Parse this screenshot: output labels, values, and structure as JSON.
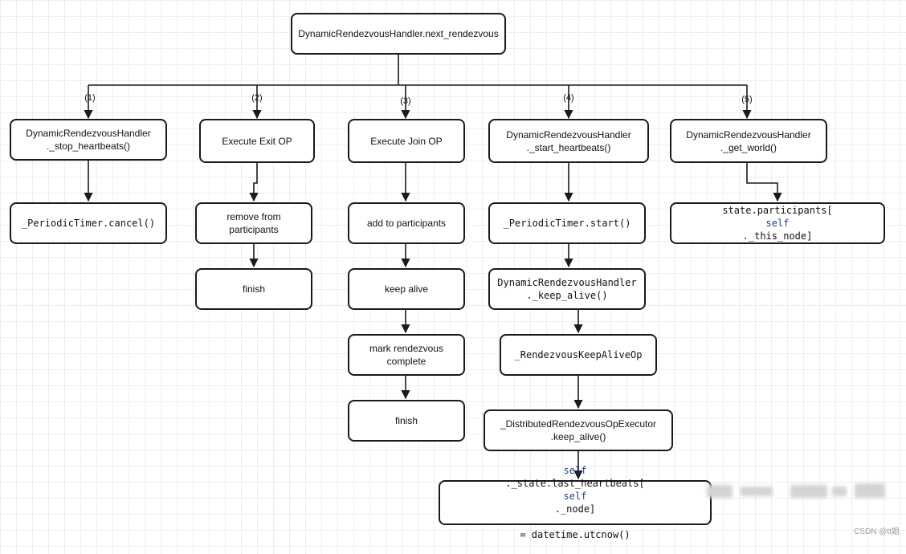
{
  "root": "DynamicRendezvousHandler.next_rendezvous",
  "branch_labels": [
    "(1)",
    "(2)",
    "(3)",
    "(4)",
    "(5)"
  ],
  "branch1": {
    "head": "DynamicRendezvousHandler\n._stop_heartbeats()",
    "cancel": "_PeriodicTimer.cancel()"
  },
  "branch2": {
    "head": "Execute Exit OP",
    "remove": "remove from\nparticipants",
    "finish": "finish"
  },
  "branch3": {
    "head": "Execute Join OP",
    "add": "add to participants",
    "keep_alive": "keep alive",
    "mark": "mark rendezvous\ncomplete",
    "finish": "finish"
  },
  "branch4": {
    "head": "DynamicRendezvousHandler\n._start_heartbeats()",
    "start": "_PeriodicTimer.start()",
    "handler_keep_alive": "DynamicRendezvousHandler\n._keep_alive()",
    "keep_alive_op": "_RendezvousKeepAliveOp",
    "executor": "_DistributedRendezvousOpExecutor\n.keep_alive()",
    "heartbeat_part1": "self",
    "heartbeat_part2": "._state.last_heartbeats[",
    "heartbeat_part3": "self",
    "heartbeat_part4": "._node]",
    "heartbeat_line2": "= datetime.utcnow()"
  },
  "branch5": {
    "head": "DynamicRendezvousHandler\n._get_world()",
    "participants_part1": "state.participants[",
    "participants_part2": "self",
    "participants_part3": "._this_node]"
  },
  "watermark": "CSDN @tt姐"
}
